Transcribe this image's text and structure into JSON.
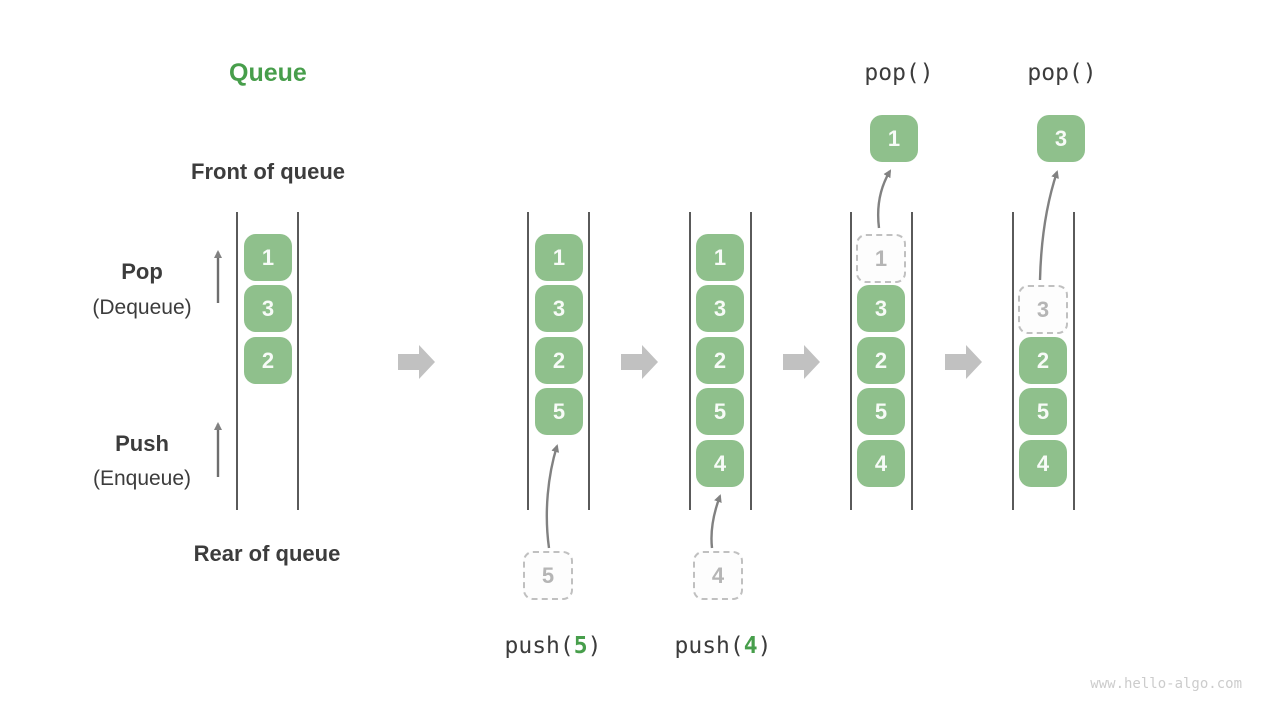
{
  "title": "Queue",
  "labels": {
    "front_of_queue": "Front of queue",
    "rear_of_queue": "Rear of queue",
    "pop": "Pop",
    "pop_alias": "(Dequeue)",
    "push": "Push",
    "push_alias": "(Enqueue)"
  },
  "ops": {
    "pop1": "pop()",
    "pop2": "pop()",
    "push5": {
      "prefix": "push(",
      "arg": "5",
      "suffix": ")"
    },
    "push4": {
      "prefix": "push(",
      "arg": "4",
      "suffix": ")"
    }
  },
  "states": [
    {
      "name": "initial-queue",
      "cells": [
        "1",
        "3",
        "2"
      ]
    },
    {
      "name": "after-push-5",
      "cells": [
        "1",
        "3",
        "2",
        "5"
      ],
      "incoming": "5"
    },
    {
      "name": "after-push-4",
      "cells": [
        "1",
        "3",
        "2",
        "5",
        "4"
      ],
      "incoming": "4"
    },
    {
      "name": "pop-first",
      "ghost": "1",
      "cells": [
        "3",
        "2",
        "5",
        "4"
      ],
      "popped": "1"
    },
    {
      "name": "pop-second",
      "ghost": "3",
      "cells": [
        "2",
        "5",
        "4"
      ],
      "popped": "3"
    }
  ],
  "watermark": "www.hello-algo.com",
  "colors": {
    "box_green": "#8fc08c",
    "title_green": "#479e4b",
    "text_dark": "#3c3c3c",
    "ghost_gray": "#c0c0c0",
    "flow_arrow_gray": "#c1c1c1",
    "line_arrow_gray": "#818181"
  }
}
